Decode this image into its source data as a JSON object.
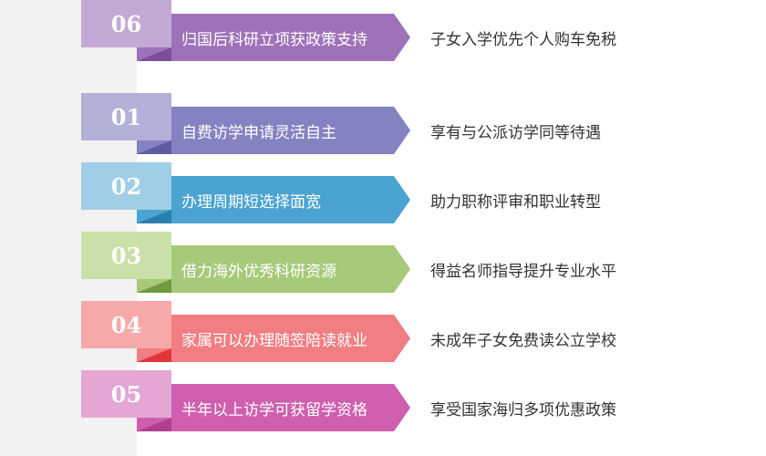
{
  "items": [
    {
      "number": "01",
      "policy": "自费访学申请灵活自主",
      "benefit": "享有与公派访学同等待遇"
    },
    {
      "number": "02",
      "policy": "办理周期短选择面宽",
      "benefit": "助力职称评审和职业转型"
    },
    {
      "number": "03",
      "policy": "借力海外优秀科研资源",
      "benefit": "得益名师指导提升专业水平"
    },
    {
      "number": "04",
      "policy": "家属可以办理随签陪读就业",
      "benefit": "未成年子女免费读公立学校"
    },
    {
      "number": "05",
      "policy": "半年以上访学可获留学资格",
      "benefit": "享受国家海归多项优惠政策"
    },
    {
      "number": "06",
      "policy": "归国后科研立项获政策支持",
      "benefit": "子女入学优先个人购车免税"
    }
  ],
  "colors": {
    "row1": "#8482c0",
    "row2": "#4aa3d0",
    "row3": "#a6c97a",
    "row4": "#f07e82",
    "row5": "#cf5fae",
    "row6": "#9e72b8"
  }
}
